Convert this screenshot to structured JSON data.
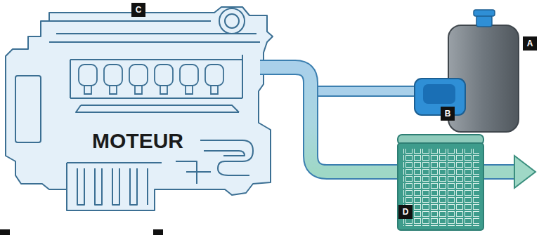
{
  "diagram": {
    "nodes": [
      {
        "text": [
          "MOTEUR"
        ]
      }
    ],
    "labels": [
      "C",
      "A",
      "B",
      "D"
    ]
  }
}
